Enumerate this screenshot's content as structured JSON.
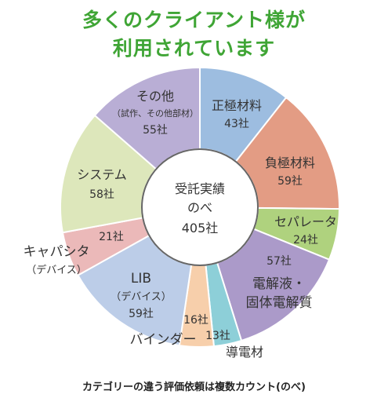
{
  "headline": {
    "line1": "多くのクライアント様が",
    "line2": "利用されています"
  },
  "chart_data": {
    "type": "pie",
    "categories": [
      "正極材料",
      "負極材料",
      "セパレータ",
      "固体電解質",
      "導電材",
      "バインダー",
      "LIB",
      "キャパシタ",
      "システム",
      "その他"
    ],
    "values": [
      43,
      59,
      24,
      57,
      13,
      16,
      59,
      21,
      58,
      55
    ],
    "display_labels": [
      {
        "lines": [
          "正極材料",
          "43社"
        ]
      },
      {
        "lines": [
          "負極材料",
          "59社"
        ]
      },
      {
        "lines": [
          "セパレータ",
          "24社"
        ]
      },
      {
        "lines": [
          "57社",
          "電解液・",
          "固体電解質"
        ]
      },
      {
        "lines": [
          "13社",
          "導電材"
        ]
      },
      {
        "lines": [
          "16社",
          "バインダー"
        ]
      },
      {
        "lines": [
          "LIB",
          "（デバイス）",
          "59社"
        ]
      },
      {
        "lines": [
          "21社"
        ],
        "outside": [
          "キャパシタ",
          "（デバイス）"
        ]
      },
      {
        "lines": [
          "システム",
          "58社"
        ]
      },
      {
        "lines": [
          "その他",
          "（試作、その他部材）",
          "55社"
        ]
      }
    ],
    "colors": [
      "#9dbde0",
      "#e39c84",
      "#afd27e",
      "#ab9ac9",
      "#8dcfd8",
      "#f7cfab",
      "#bccde8",
      "#ebb9b9",
      "#dde7bb",
      "#b9aed5"
    ],
    "center_label": [
      "受託実績",
      "のべ",
      "405社"
    ],
    "donut": true
  },
  "caption": "カテゴリーの違う評価依頼は複数カウント(のべ)"
}
